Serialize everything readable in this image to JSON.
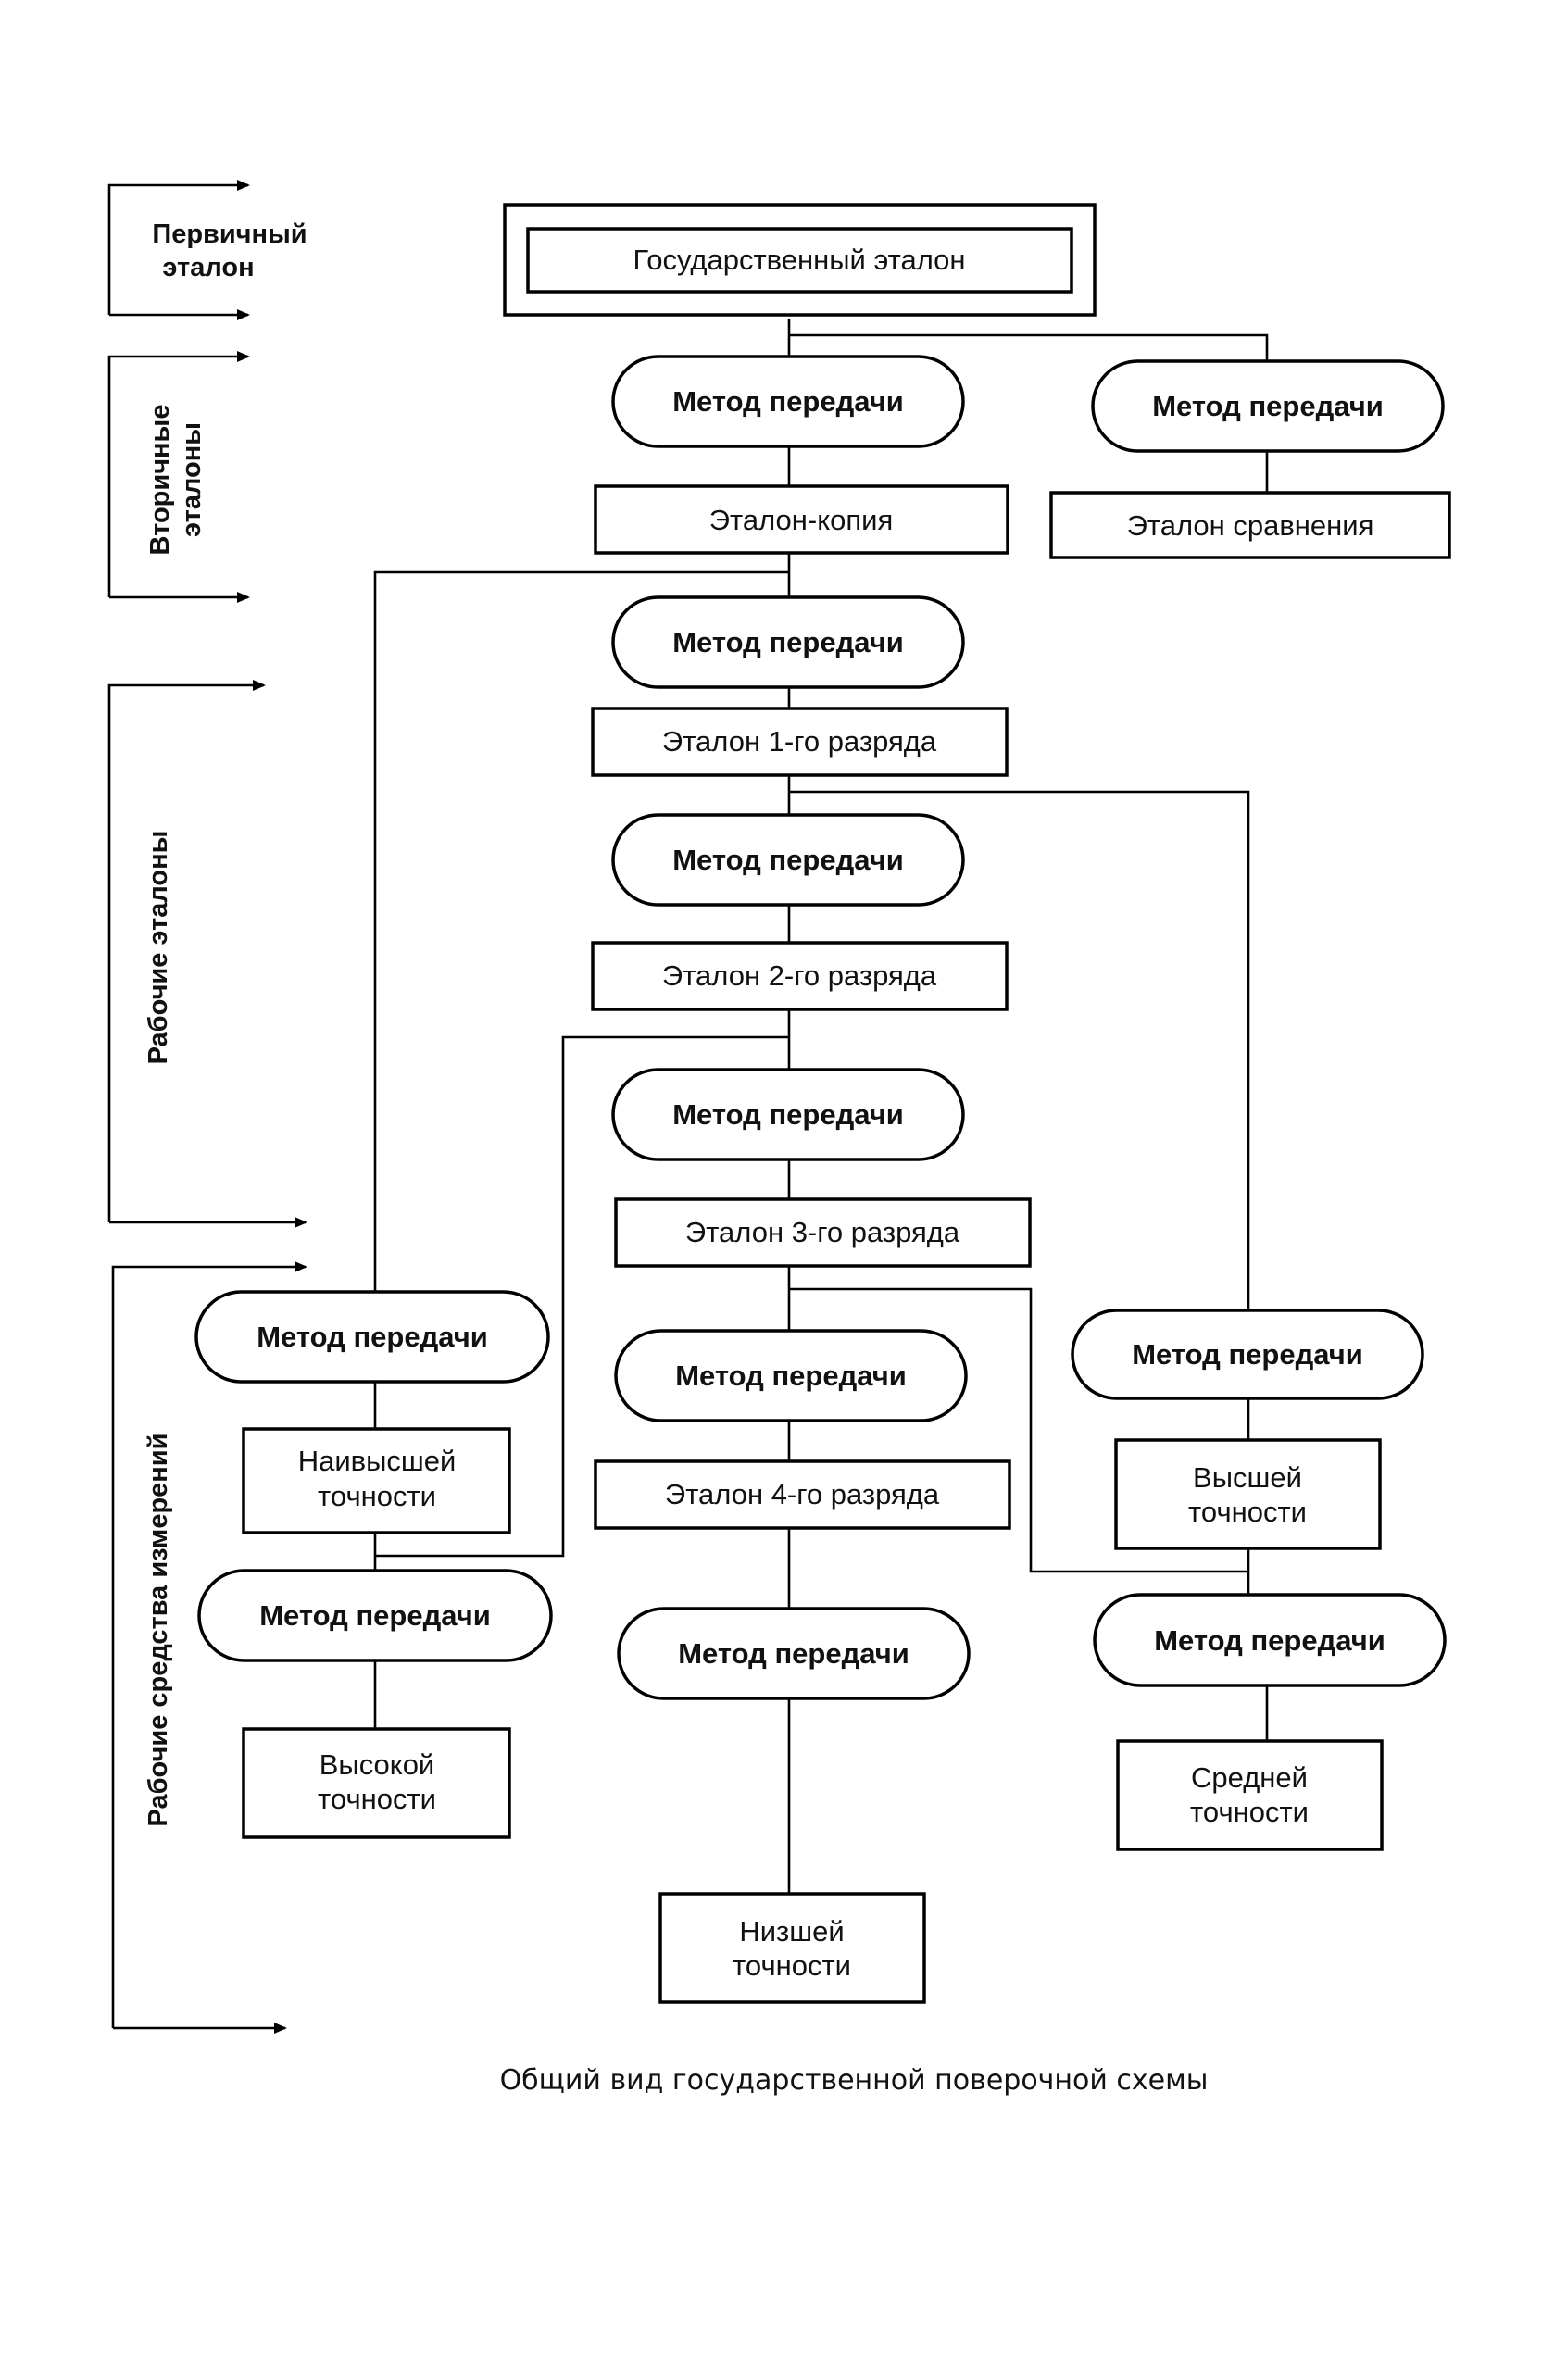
{
  "side_labels": {
    "primary": [
      "Первичный",
      "эталон"
    ],
    "secondary": [
      "Вторичные",
      "эталоны"
    ],
    "working": "Рабочие эталоны",
    "instruments": "Рабочие средства измерений"
  },
  "nodes": {
    "state_standard": "Государственный эталон",
    "method": "Метод передачи",
    "copy_standard": "Эталон-копия",
    "comparison_standard": "Эталон сравнения",
    "rank1": "Эталон 1-го разряда",
    "rank2": "Эталон 2-го разряда",
    "rank3": "Эталон 3-го разряда",
    "rank4": "Эталон 4-го разряда",
    "highest": [
      "Наивысшей",
      "точности"
    ],
    "higher": [
      "Высшей",
      "точности"
    ],
    "high": [
      "Высокой",
      "точности"
    ],
    "medium": [
      "Средней",
      "точности"
    ],
    "lowest": [
      "Низшей",
      "точности"
    ]
  },
  "caption": "Общий вид государственной поверочной схемы"
}
